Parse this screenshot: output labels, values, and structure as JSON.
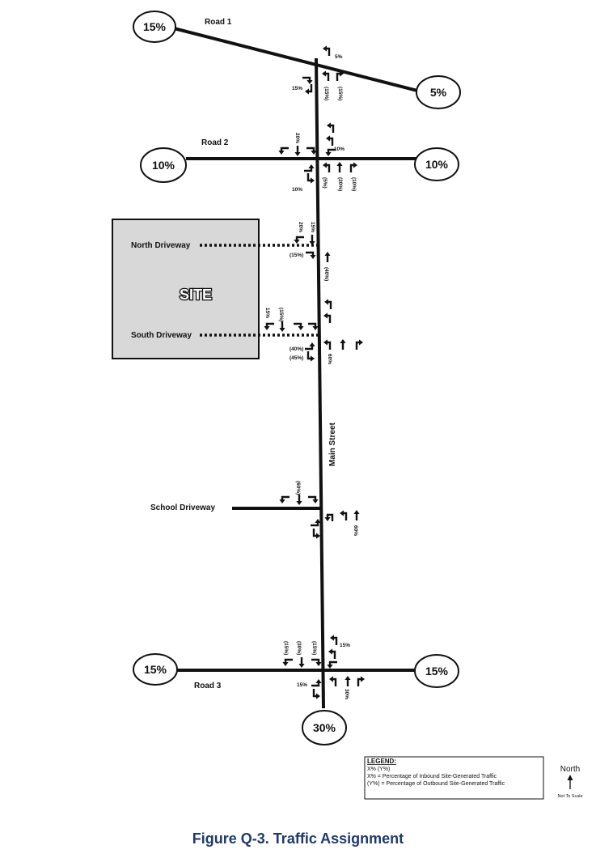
{
  "roads": {
    "road1": "Road 1",
    "road2": "Road 2",
    "road3": "Road 3",
    "main_street": "Main Street",
    "north_driveway": "North Driveway",
    "south_driveway": "South Driveway",
    "school_driveway": "School Driveway",
    "site": "SITE"
  },
  "ellipses": {
    "road1_west": "15%",
    "road1_east": "5%",
    "road2_west": "10%",
    "road2_east": "10%",
    "road3_west": "15%",
    "road3_east": "15%",
    "main_south": "30%"
  },
  "labels": {
    "r1_nb_in": "5%",
    "r1_eb_in": "15%",
    "r1_nb_out1": "(15%)",
    "r1_nb_out2": "(15%)",
    "r2_sb_in": "20%",
    "r2_wb_in": "10%",
    "r2_eb_in": "10%",
    "r2_nb_out1": "(5%)",
    "r2_nb_out2": "(20%)",
    "r2_nb_out3": "(10%)",
    "nd_sb_in1": "20%",
    "nd_sb_in2": "15%",
    "nd_out": "(15%)",
    "nd_nb_out": "(40%)",
    "sd_sb_in1": "15%",
    "sd_sb_in2": "(15%)",
    "sd_eb_out1": "(40%)",
    "sd_eb_out2": "(45%)",
    "sd_nb_in": "60%",
    "sch_out": "(60%)",
    "sch_in": "60%",
    "r3_sb_out1": "(15%)",
    "r3_sb_out2": "(30%)",
    "r3_sb_out3": "(15%)",
    "r3_nb_in_r": "15%",
    "r3_eb_in": "15%",
    "r3_nb_in": "30%"
  },
  "legend": {
    "title": "LEGEND:",
    "line1": "X% (Y%)",
    "line2": "X% = Percentage of Inbound Site-Generated Traffic",
    "line3": "(Y%) = Percentage of Outbound Site-Generated Traffic"
  },
  "north": {
    "label": "North",
    "scale": "Not To Scale"
  },
  "caption": "Figure Q-3. Traffic Assignment"
}
